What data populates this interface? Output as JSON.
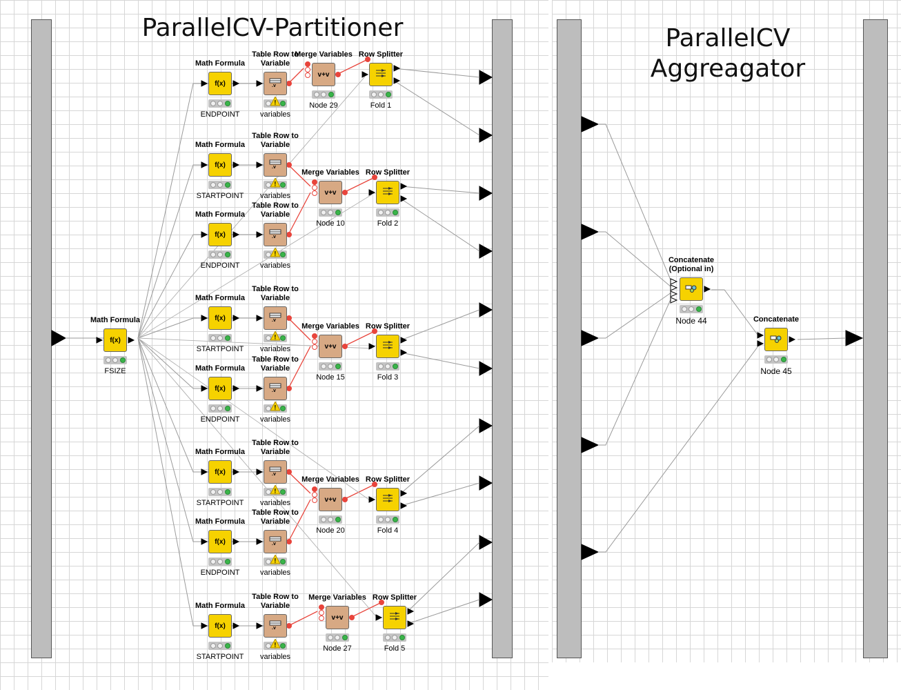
{
  "titles": {
    "partitioner": "ParallelCV-Partitioner",
    "aggregator_line1": "ParallelCV",
    "aggregator_line2": "Aggreagator"
  },
  "nodes": {
    "fsize": {
      "name": "Math Formula",
      "label": "FSIZE"
    },
    "mf": [
      {
        "name": "Math Formula",
        "label": "ENDPOINT"
      },
      {
        "name": "Math Formula",
        "label": "STARTPOINT"
      },
      {
        "name": "Math Formula",
        "label": "ENDPOINT"
      },
      {
        "name": "Math Formula",
        "label": "STARTPOINT"
      },
      {
        "name": "Math Formula",
        "label": "ENDPOINT"
      },
      {
        "name": "Math Formula",
        "label": "STARTPOINT"
      },
      {
        "name": "Math Formula",
        "label": "ENDPOINT"
      },
      {
        "name": "Math Formula",
        "label": "STARTPOINT"
      }
    ],
    "trv": [
      {
        "name": "Table Row to Variable",
        "label": "variables"
      },
      {
        "name": "Table Row to Variable",
        "label": "variables"
      },
      {
        "name": "Table Row to Variable",
        "label": "variables"
      },
      {
        "name": "Table Row to Variable",
        "label": "variables"
      },
      {
        "name": "Table Row to Variable",
        "label": "variables"
      },
      {
        "name": "Table Row to Variable",
        "label": "variables"
      },
      {
        "name": "Table Row to Variable",
        "label": "variables"
      },
      {
        "name": "Table Row to Variable",
        "label": "variables"
      }
    ],
    "merge": [
      {
        "name": "Merge Variables",
        "label": "Node 29"
      },
      {
        "name": "Merge Variables",
        "label": "Node 10"
      },
      {
        "name": "Merge Variables",
        "label": "Node 15"
      },
      {
        "name": "Merge Variables",
        "label": "Node 20"
      },
      {
        "name": "Merge Variables",
        "label": "Node 27"
      }
    ],
    "splitter": [
      {
        "name": "Row Splitter",
        "label": "Fold 1"
      },
      {
        "name": "Row Splitter",
        "label": "Fold 2"
      },
      {
        "name": "Row Splitter",
        "label": "Fold 3"
      },
      {
        "name": "Row Splitter",
        "label": "Fold 4"
      },
      {
        "name": "Row Splitter",
        "label": "Fold 5"
      }
    ],
    "concat1": {
      "name": "Concatenate (Optional in)",
      "label": "Node 44"
    },
    "concat2": {
      "name": "Concatenate",
      "label": "Node 45"
    }
  },
  "icons": {
    "math": "f(x)",
    "merge": "v+v",
    "trv": "table-to-variable-icon",
    "splitter": "row-splitter-icon",
    "concat": "concatenate-icon"
  },
  "colors": {
    "node_yellow": "#f6d200",
    "node_tan": "#d7a984",
    "variable_port": "#e8453c",
    "port_bar": "#bdbdbd",
    "status_green": "#3ab54a"
  }
}
